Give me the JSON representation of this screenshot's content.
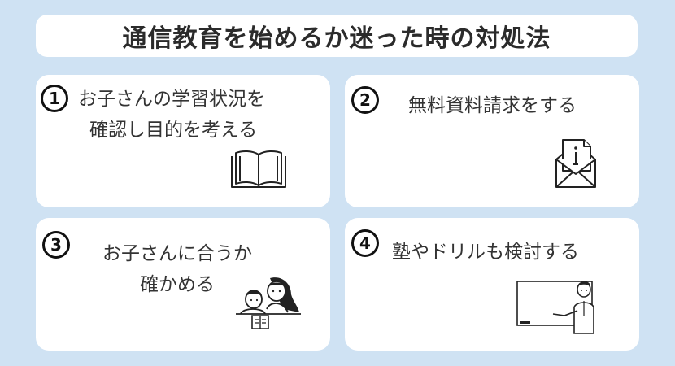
{
  "title": "通信教育を始めるか迷った時の対処法",
  "cards": [
    {
      "number": "1",
      "line1": "お子さんの学習状況を",
      "line2": "確認し目的を考える",
      "icon": "open-book-icon"
    },
    {
      "number": "2",
      "line1": "無料資料請求をする",
      "icon": "envelope-document-icon"
    },
    {
      "number": "3",
      "line1": "お子さんに合うか",
      "line2": "確かめる",
      "icon": "parent-child-study-illustration"
    },
    {
      "number": "4",
      "line1": "塾やドリルも検討する",
      "icon": "teacher-whiteboard-illustration"
    }
  ]
}
